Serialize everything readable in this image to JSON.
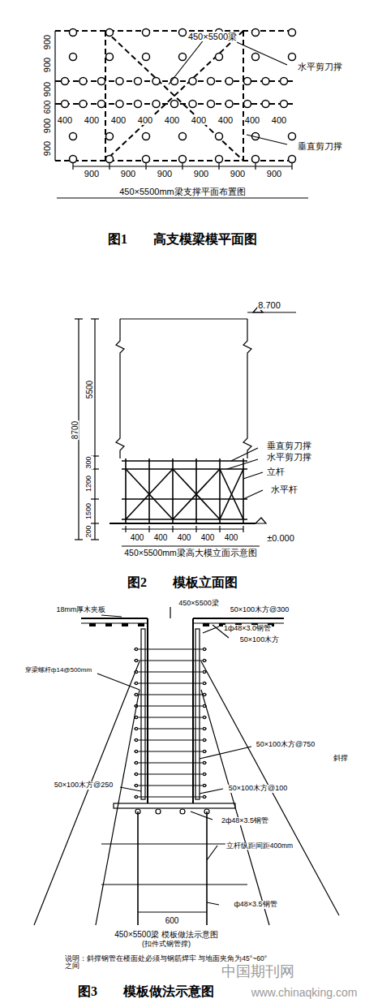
{
  "diagram": {
    "labels": [
      "450×5500梁",
      "水平剪刀撑",
      "垂直剪刀撑",
      "900",
      "900",
      "900",
      "600",
      "900",
      "900",
      "400",
      "400",
      "400",
      "400",
      "400",
      "400",
      "400",
      "400",
      "400",
      "900",
      "900",
      "900",
      "900",
      "900",
      "900",
      "450×5500mm梁支撑平面布置图",
      "图1　　高支模梁模平面图",
      "8.700",
      "8700",
      "5500",
      "300",
      "1200",
      "1500",
      "200",
      "垂直剪刀撑",
      "水平剪刀撑",
      "立杆",
      "水平杆",
      "±0.000",
      "400",
      "400",
      "400",
      "400",
      "400",
      "450×5500mm梁高大模立面示意图",
      "图2　　模板立面图",
      "18mm厚木夹板",
      "450×5500梁",
      "50×100木方@300",
      "1ф48×3.0钢管",
      "50×100木方",
      "穿梁螺杆ф14@500mm",
      "50×100木方@750",
      "斜撑",
      "50×100木方@250",
      "50×100木方@100",
      "2ф48×3.5钢管",
      "立杆纵距间距400mm",
      "ф48×3.5钢管",
      "600",
      "450×5500梁  模板做法示意图",
      "(扣件式钢管撑)",
      "说明：斜撑钢管在楼面处必须与钢筋焊牢 与地面夹角为45°~60°之间",
      "中国期刊网",
      "www.chinaqking.com",
      "图3　　模板做法示意图"
    ]
  }
}
